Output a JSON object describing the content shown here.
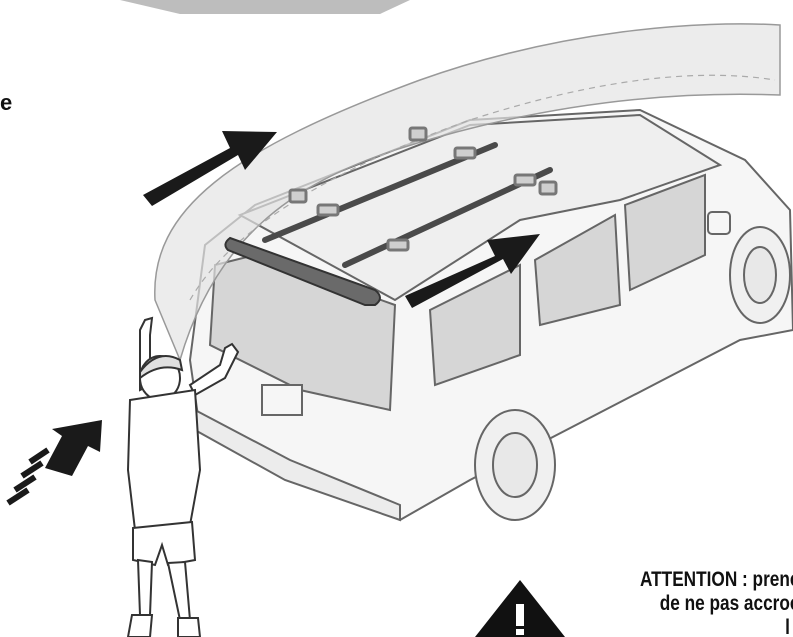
{
  "side_text": "e",
  "warning": {
    "line1": "ATTENTION : prenc",
    "line2": "de ne pas accroc",
    "line3": "l               l"
  },
  "colors": {
    "outline": "#555555",
    "car_fill": "#f4f4f4",
    "window": "#d7d7d7",
    "canoe": "#e6e6e6",
    "arrow": "#1a1a1a",
    "rack_bar": "#4a4a4a"
  },
  "icons": [
    "warning-triangle-icon",
    "direction-arrow-icon"
  ]
}
